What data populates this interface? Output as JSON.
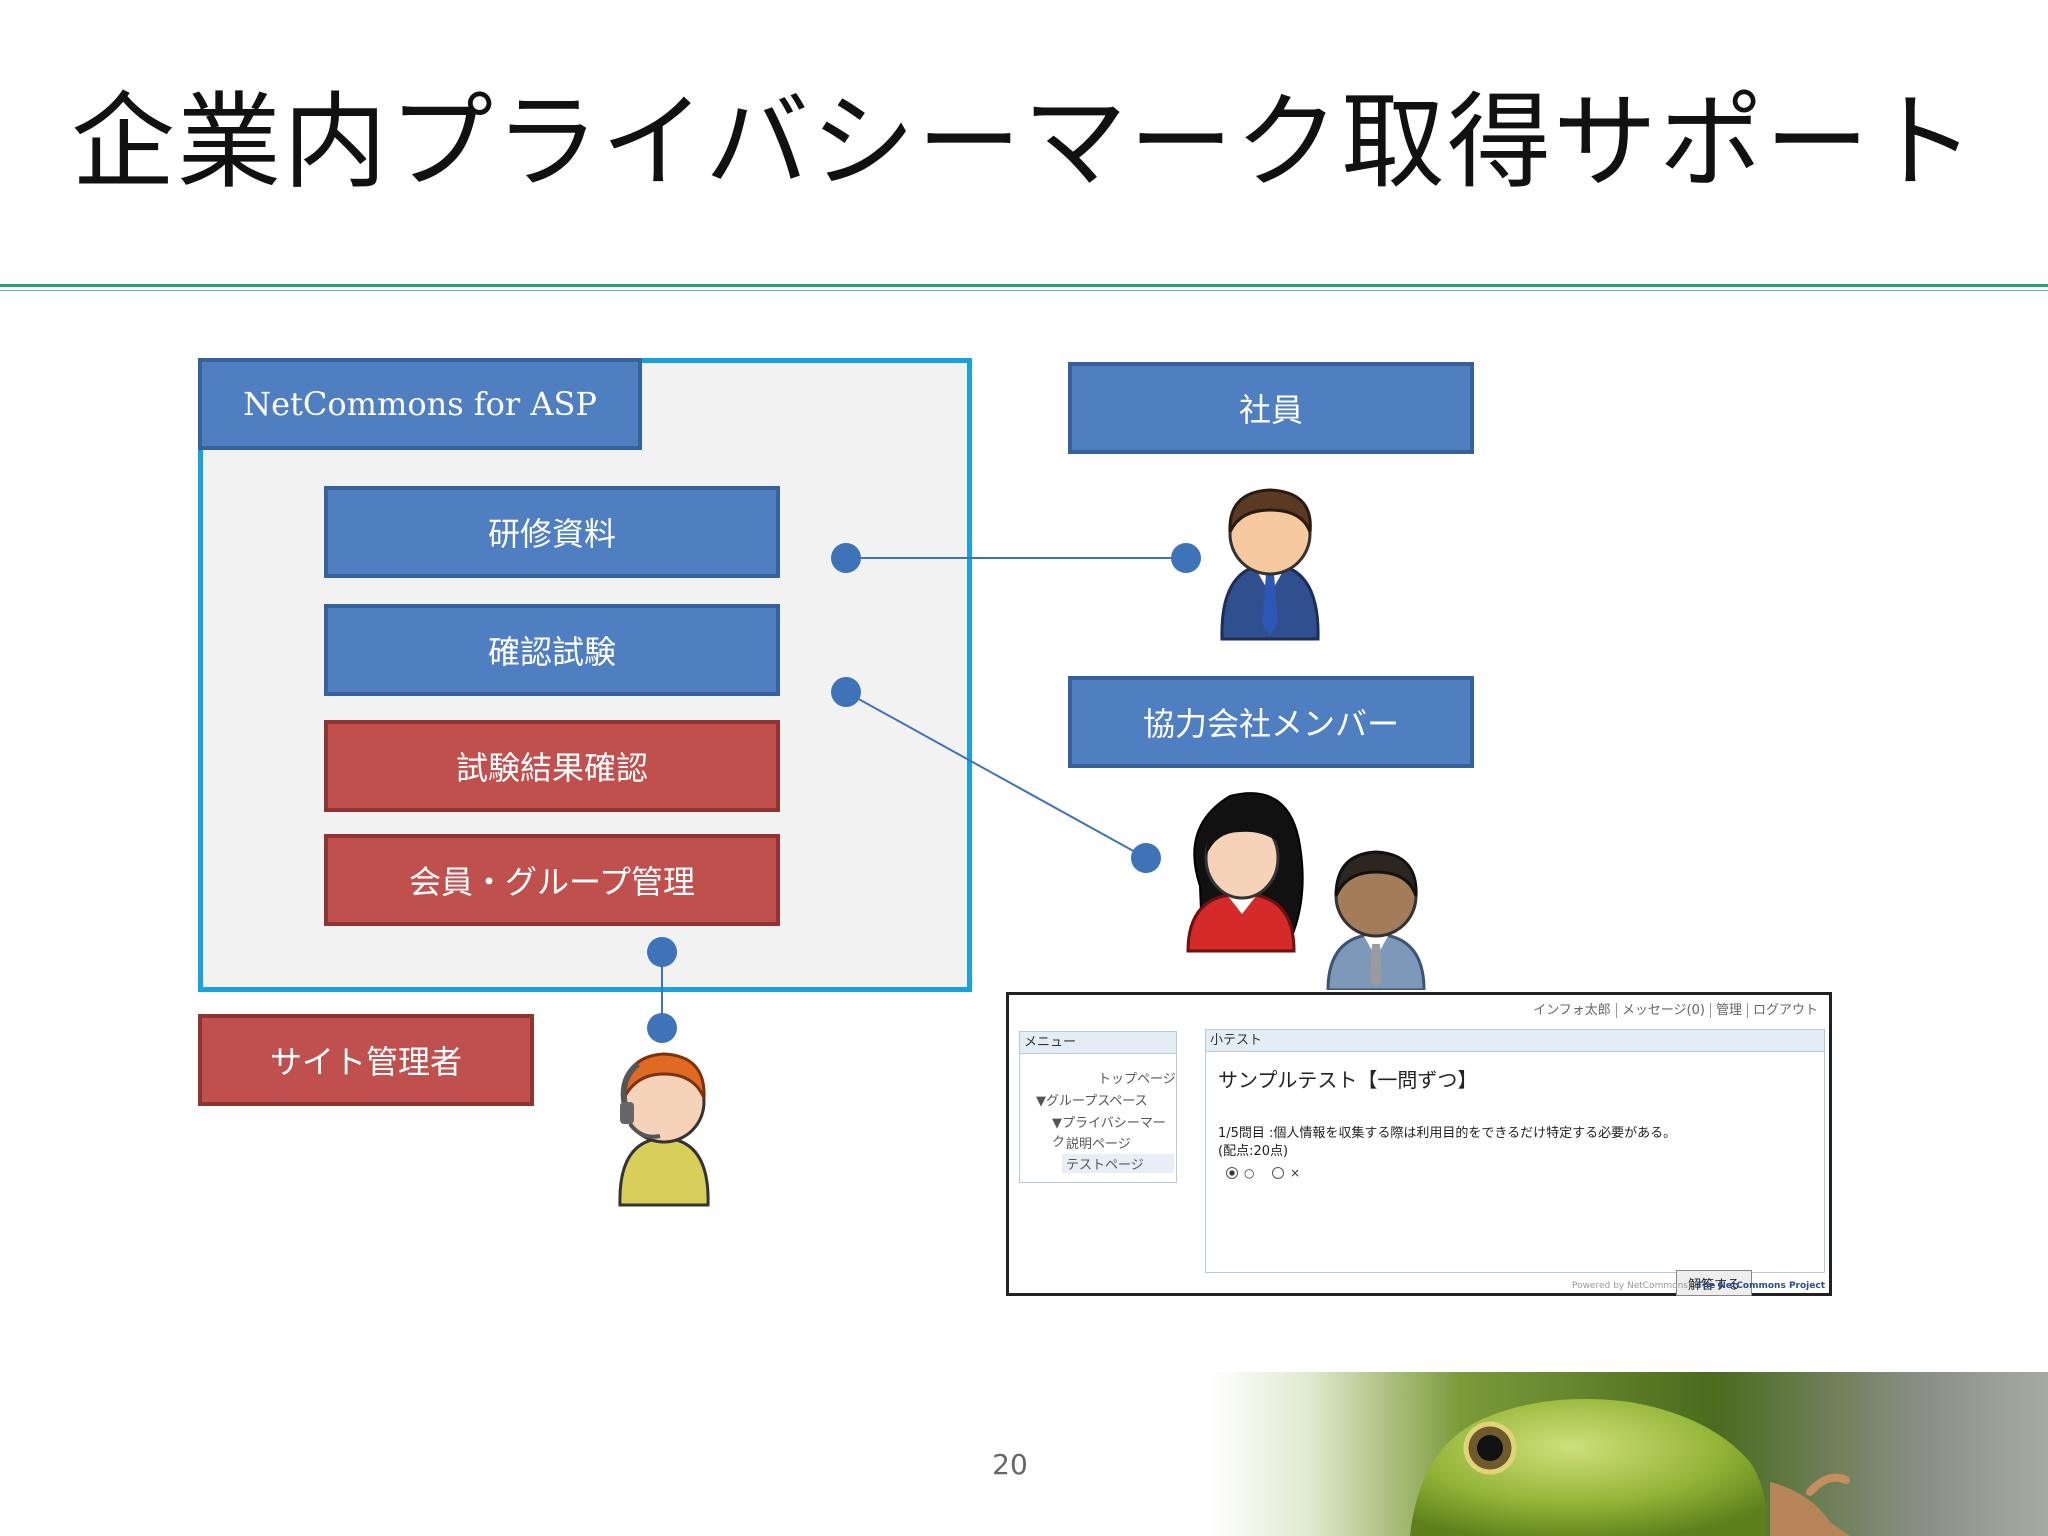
{
  "title": "企業内プライバシーマーク取得サポート",
  "diagram": {
    "asp_label": "NetCommons for ASP",
    "features": [
      {
        "label": "研修資料",
        "color": "#4f7fc1"
      },
      {
        "label": "確認試験",
        "color": "#4f7fc1"
      },
      {
        "label": "試験結果確認",
        "color": "#c0504d"
      },
      {
        "label": "会員・グループ管理",
        "color": "#c0504d"
      }
    ],
    "site_admin": "サイト管理者",
    "employee": "社員",
    "partner_member": "協力会社メンバー"
  },
  "screenshot": {
    "top_links": [
      "インフォ太郎",
      "メッセージ(0)",
      "管理",
      "ログアウト"
    ],
    "menu_title": "メニュー",
    "menu_items": [
      "トップページ",
      "▼グループスペース",
      "▼プライバシーマーク",
      "説明ページ",
      "テストページ"
    ],
    "quiz_header": "小テスト",
    "quiz_title": "サンプルテスト【一問ずつ】",
    "question": "1/5問目 :個人情報を収集する際は利用目的をできるだけ特定する必要がある。",
    "points": "(配点:20点)",
    "options": [
      "○",
      "×"
    ],
    "submit_label": "解答する",
    "footer_prefix": "Powered by NetCommons2",
    "footer_link": "The NetCommons Project"
  },
  "page_number": "20",
  "colors": {
    "blue": "#4f7fc1",
    "red": "#c0504d",
    "frame": "#1aa1e0",
    "rule": "#2e9e6e"
  },
  "icons": [
    "employee-person-icon",
    "female-partner-icon",
    "male-partner-icon",
    "admin-headset-person-icon",
    "frog-photo"
  ]
}
